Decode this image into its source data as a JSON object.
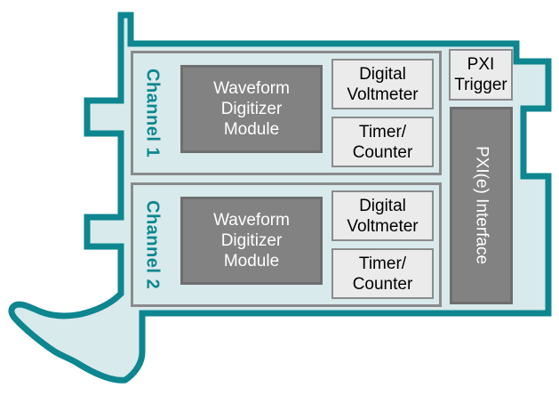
{
  "card": {
    "fill": "#d8eaec",
    "outline": "#0d868f",
    "shape": "pxi-module-with-connector-tabs-and-ejector-handle"
  },
  "colors": {
    "dark_box_fill": "#828282",
    "dark_box_border": "#6e6e6e",
    "dark_box_text": "#ffffff",
    "light_box_fill": "#ebebeb",
    "light_box_border": "#8b8b8b",
    "light_box_text": "#000000",
    "channel_border": "#8b8b8b",
    "label_teal": "#0d868f"
  },
  "channels": [
    {
      "label": "Channel 1",
      "digitizer": "Waveform\nDigitizer\nModule",
      "voltmeter": "Digital\nVoltmeter",
      "timer": "Timer/\nCounter"
    },
    {
      "label": "Channel 2",
      "digitizer": "Waveform\nDigitizer\nModule",
      "voltmeter": "Digital\nVoltmeter",
      "timer": "Timer/\nCounter"
    }
  ],
  "trigger": {
    "label": "PXI\nTrigger"
  },
  "interface": {
    "label": "PXI(e) Interface"
  }
}
